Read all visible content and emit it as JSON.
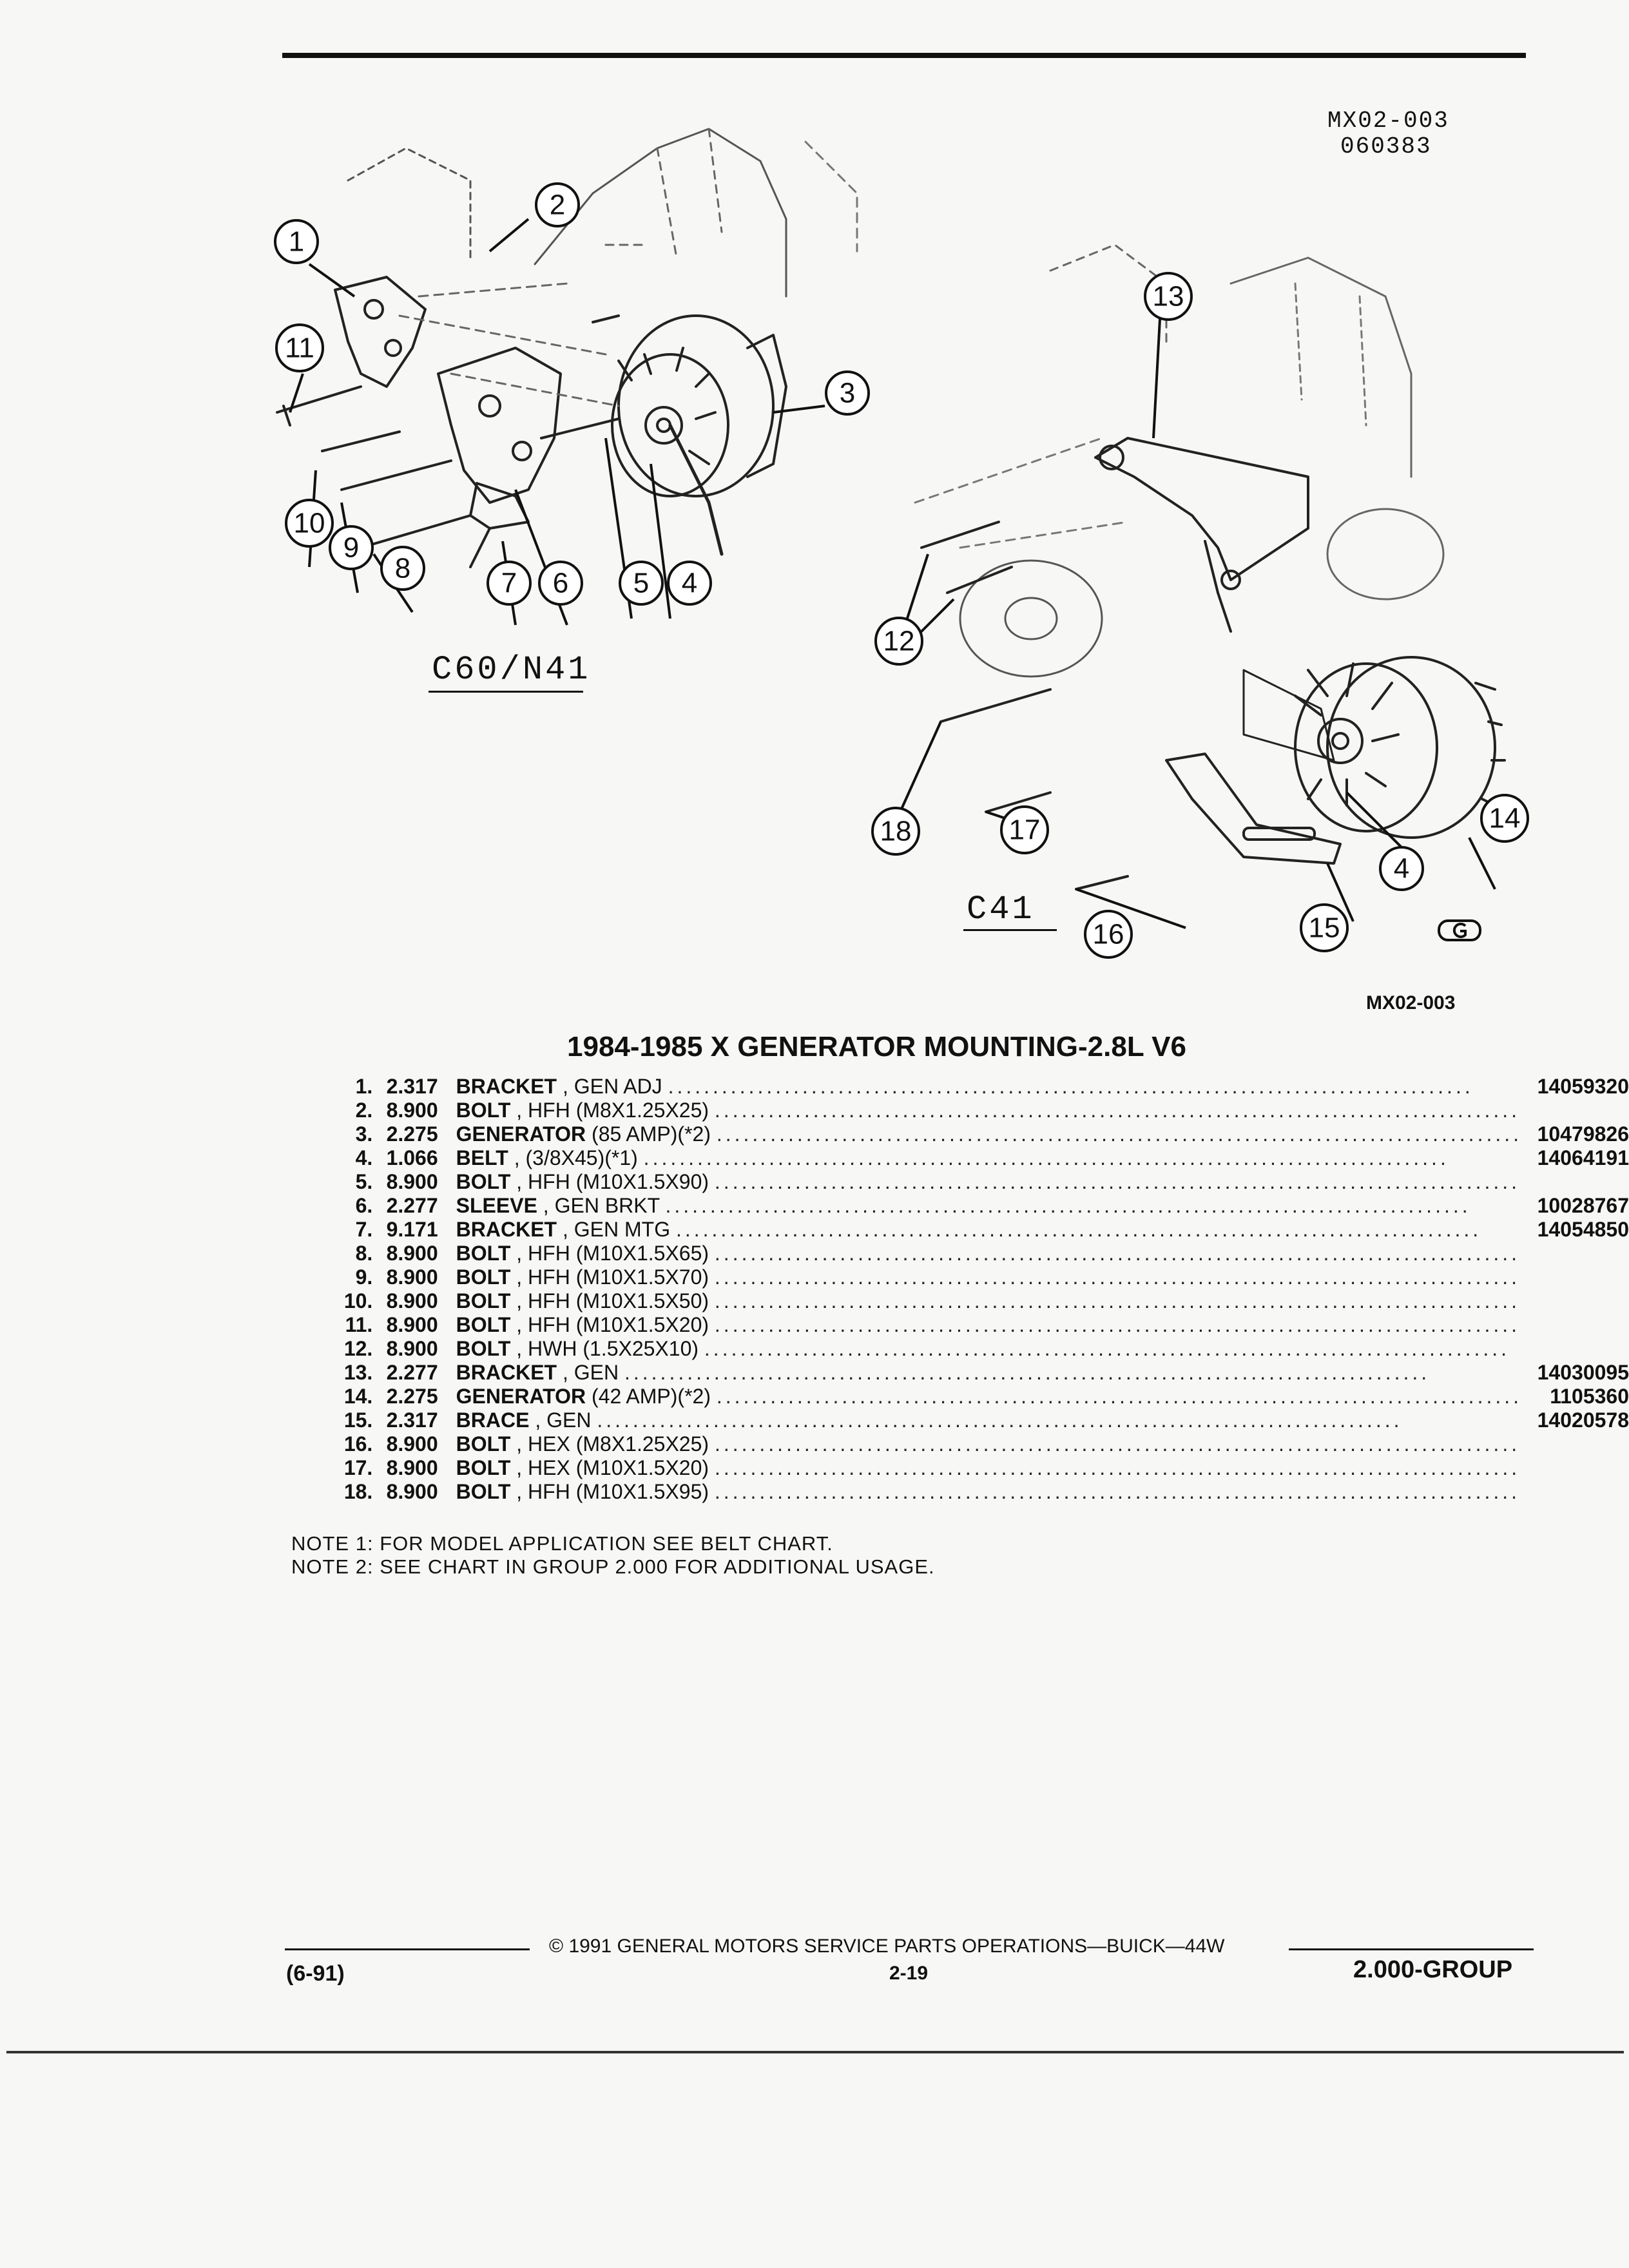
{
  "ref_codes": [
    "MX02-003",
    "060383"
  ],
  "diagram_labels": {
    "left": "C60/N41",
    "right": "C41"
  },
  "figure_code": "MX02-003",
  "title": "1984-1985 X GENERATOR MOUNTING-2.8L V6",
  "parts": [
    {
      "num": "1.",
      "group": "2.317",
      "name": "BRACKET",
      "spec": ", GEN ADJ",
      "part_no": "14059320"
    },
    {
      "num": "2.",
      "group": "8.900",
      "name": "BOLT",
      "spec": ", HFH (M8X1.25X25)",
      "part_no": ""
    },
    {
      "num": "3.",
      "group": "2.275",
      "name": "GENERATOR",
      "spec": "(85 AMP)(*2)",
      "part_no": "10479826"
    },
    {
      "num": "4.",
      "group": "1.066",
      "name": "BELT",
      "spec": ", (3/8X45)(*1)",
      "part_no": "14064191"
    },
    {
      "num": "5.",
      "group": "8.900",
      "name": "BOLT",
      "spec": ", HFH (M10X1.5X90)",
      "part_no": ""
    },
    {
      "num": "6.",
      "group": "2.277",
      "name": "SLEEVE",
      "spec": ", GEN BRKT",
      "part_no": "10028767"
    },
    {
      "num": "7.",
      "group": "9.171",
      "name": "BRACKET",
      "spec": ", GEN MTG",
      "part_no": "14054850"
    },
    {
      "num": "8.",
      "group": "8.900",
      "name": "BOLT",
      "spec": ", HFH (M10X1.5X65)",
      "part_no": ""
    },
    {
      "num": "9.",
      "group": "8.900",
      "name": "BOLT",
      "spec": ", HFH (M10X1.5X70)",
      "part_no": ""
    },
    {
      "num": "10.",
      "group": "8.900",
      "name": "BOLT",
      "spec": ", HFH (M10X1.5X50)",
      "part_no": ""
    },
    {
      "num": "11.",
      "group": "8.900",
      "name": "BOLT",
      "spec": ", HFH (M10X1.5X20)",
      "part_no": ""
    },
    {
      "num": "12.",
      "group": "8.900",
      "name": "BOLT",
      "spec": ", HWH (1.5X25X10)",
      "part_no": ""
    },
    {
      "num": "13.",
      "group": "2.277",
      "name": "BRACKET",
      "spec": ", GEN",
      "part_no": "14030095"
    },
    {
      "num": "14.",
      "group": "2.275",
      "name": "GENERATOR",
      "spec": "(42 AMP)(*2)",
      "part_no": "1105360"
    },
    {
      "num": "15.",
      "group": "2.317",
      "name": "BRACE",
      "spec": ", GEN",
      "part_no": "14020578"
    },
    {
      "num": "16.",
      "group": "8.900",
      "name": "BOLT",
      "spec": ", HEX (M8X1.25X25)",
      "part_no": ""
    },
    {
      "num": "17.",
      "group": "8.900",
      "name": "BOLT",
      "spec": ", HEX (M10X1.5X20)",
      "part_no": ""
    },
    {
      "num": "18.",
      "group": "8.900",
      "name": "BOLT",
      "spec": ", HFH (M10X1.5X95)",
      "part_no": ""
    }
  ],
  "notes": [
    "NOTE  1:  FOR MODEL APPLICATION SEE BELT CHART.",
    "NOTE  2:  SEE CHART IN GROUP 2.000 FOR ADDITIONAL USAGE."
  ],
  "footer": {
    "date": "(6-91)",
    "copyright": "© 1991  GENERAL MOTORS SERVICE PARTS OPERATIONS—BUICK—44W",
    "page": "2-19",
    "group": "2.000-GROUP"
  },
  "callouts_left": [
    "1",
    "2",
    "3",
    "4",
    "5",
    "6",
    "7",
    "8",
    "9",
    "10",
    "11"
  ],
  "callouts_right": [
    "4",
    "12",
    "13",
    "14",
    "15",
    "16",
    "17",
    "18"
  ],
  "logo_icon": "gm-service-parts-logo-icon"
}
